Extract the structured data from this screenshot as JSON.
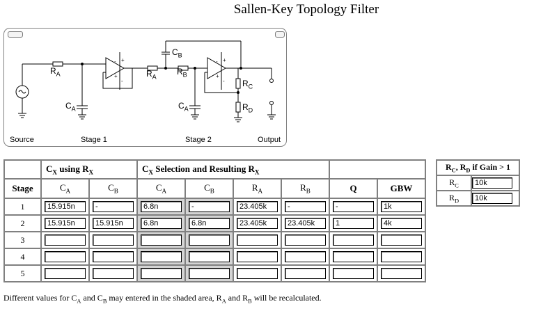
{
  "title": "Sallen-Key Topology Filter",
  "schematic": {
    "labels": {
      "source": "Source",
      "stage1": "Stage 1",
      "stage2": "Stage 2",
      "output": "Output"
    },
    "components": {
      "ra1": "R",
      "ra1_sub": "A",
      "ca1": "C",
      "ca1_sub": "A",
      "ra2": "R",
      "ra2_sub": "A",
      "rb2": "R",
      "rb2_sub": "B",
      "cb2": "C",
      "cb2_sub": "B",
      "ca2": "C",
      "ca2_sub": "A",
      "rc": "R",
      "rc_sub": "C",
      "rd": "R",
      "rd_sub": "D"
    }
  },
  "table": {
    "group1": {
      "a": "C",
      "a_sub": "X",
      "b": " using R",
      "b_sub": "X"
    },
    "group2": {
      "a": "C",
      "a_sub": "X",
      "b": " Selection and Resulting R",
      "b_sub": "X"
    },
    "headers": {
      "stage": "Stage",
      "ca1": "C",
      "ca1_sub": "A",
      "cb1": "C",
      "cb1_sub": "B",
      "ca2": "C",
      "ca2_sub": "A",
      "cb2": "C",
      "cb2_sub": "B",
      "ra": "R",
      "ra_sub": "A",
      "rb": "R",
      "rb_sub": "B",
      "q": "Q",
      "gbw": "GBW"
    },
    "rows": [
      {
        "stage": "1",
        "ca": "15.915n",
        "cb": "-",
        "sel_ca": "6.8n",
        "sel_cb": "-",
        "ra": "23.405k",
        "rb": "-",
        "q": "-",
        "gbw": "1k"
      },
      {
        "stage": "2",
        "ca": "15.915n",
        "cb": "15.915n",
        "sel_ca": "6.8n",
        "sel_cb": "6.8n",
        "ra": "23.405k",
        "rb": "23.405k",
        "q": "1",
        "gbw": "4k"
      },
      {
        "stage": "3",
        "ca": "",
        "cb": "",
        "sel_ca": "",
        "sel_cb": "",
        "ra": "",
        "rb": "",
        "q": "",
        "gbw": ""
      },
      {
        "stage": "4",
        "ca": "",
        "cb": "",
        "sel_ca": "",
        "sel_cb": "",
        "ra": "",
        "rb": "",
        "q": "",
        "gbw": ""
      },
      {
        "stage": "5",
        "ca": "",
        "cb": "",
        "sel_ca": "",
        "sel_cb": "",
        "ra": "",
        "rb": "",
        "q": "",
        "gbw": ""
      }
    ]
  },
  "gain": {
    "header_a": "R",
    "header_a_sub": "C",
    "header_sep": ", ",
    "header_b": "R",
    "header_b_sub": "D",
    "header_tail": " if Gain > 1",
    "rc_label": "R",
    "rc_sub": "C",
    "rc_value": "10k",
    "rd_label": "R",
    "rd_sub": "D",
    "rd_value": "10k"
  },
  "note": {
    "p1": "Different values for C",
    "s1": "A",
    "p2": " and C",
    "s2": "B",
    "p3": " may entered in the shaded area, R",
    "s3": "A",
    "p4": " and R",
    "s4": "B",
    "p5": " will be recalculated."
  }
}
